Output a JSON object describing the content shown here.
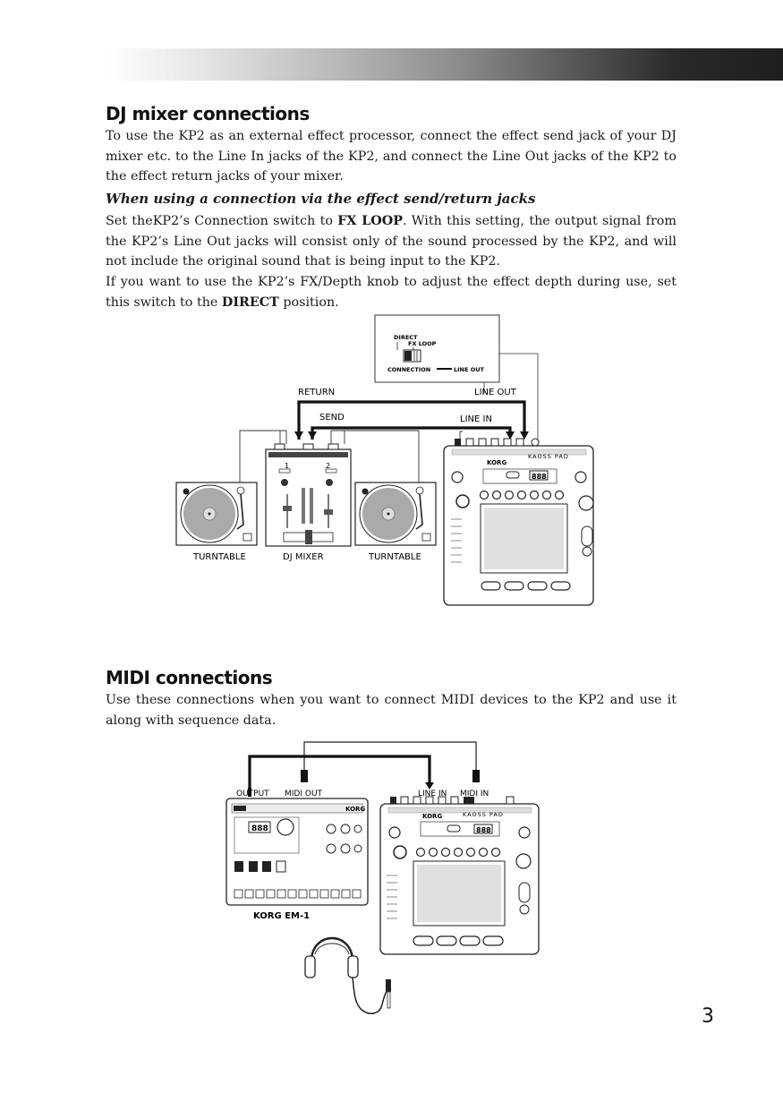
{
  "dj": {
    "heading": "DJ mixer connections",
    "intro": "To use the KP2 as an external effect processor, connect the effect send jack of your DJ mixer etc. to the Line In jacks of the KP2, and connect the Line Out jacks of the KP2 to the effect return jacks of your mixer.",
    "subheading": "When using a connection via the effect send/return jacks",
    "p1_a": "Set theKP2’s Connection switch to ",
    "p1_bold": "FX LOOP",
    "p1_b": ". With this setting, the output signal from the KP2’s Line Out jacks will consist only of the sound processed by the KP2, and will not include the original sound that is being input to the KP2.",
    "p2_a": "If you want to use the KP2’s FX/Depth knob to adjust the effect depth during use, set this switch to the ",
    "p2_bold": "DIRECT",
    "p2_b": " position.",
    "diagram": {
      "switch_direct": "DIRECT",
      "switch_fxloop": "FX LOOP",
      "connection": "CONNECTION",
      "line_out_inset": "LINE OUT",
      "return": "RETURN",
      "line_out": "LINE OUT",
      "send": "SEND",
      "line_in": "LINE IN",
      "turntable_left": "TURNTABLE",
      "dj_mixer": "DJ MIXER",
      "turntable_right": "TURNTABLE",
      "mixer_ch1": "1",
      "mixer_ch2": "2",
      "kp_brand": "KORG",
      "kp_name": "KAOSS PAD",
      "kp_display": "888"
    }
  },
  "midi": {
    "heading": "MIDI connections",
    "intro": "Use these connections when you want to connect MIDI devices to the KP2 and use it along with sequence data.",
    "diagram": {
      "output": "OUTPUT",
      "midi_out": "MIDI OUT",
      "line_in": "LINE IN",
      "midi_in": "MIDI IN",
      "em1_label": "KORG EM-1",
      "em1_brand": "KORG",
      "em1_display": "888",
      "kp_brand": "KORG",
      "kp_name": "KAOSS PAD",
      "kp_display": "888"
    }
  },
  "page_number": "3"
}
